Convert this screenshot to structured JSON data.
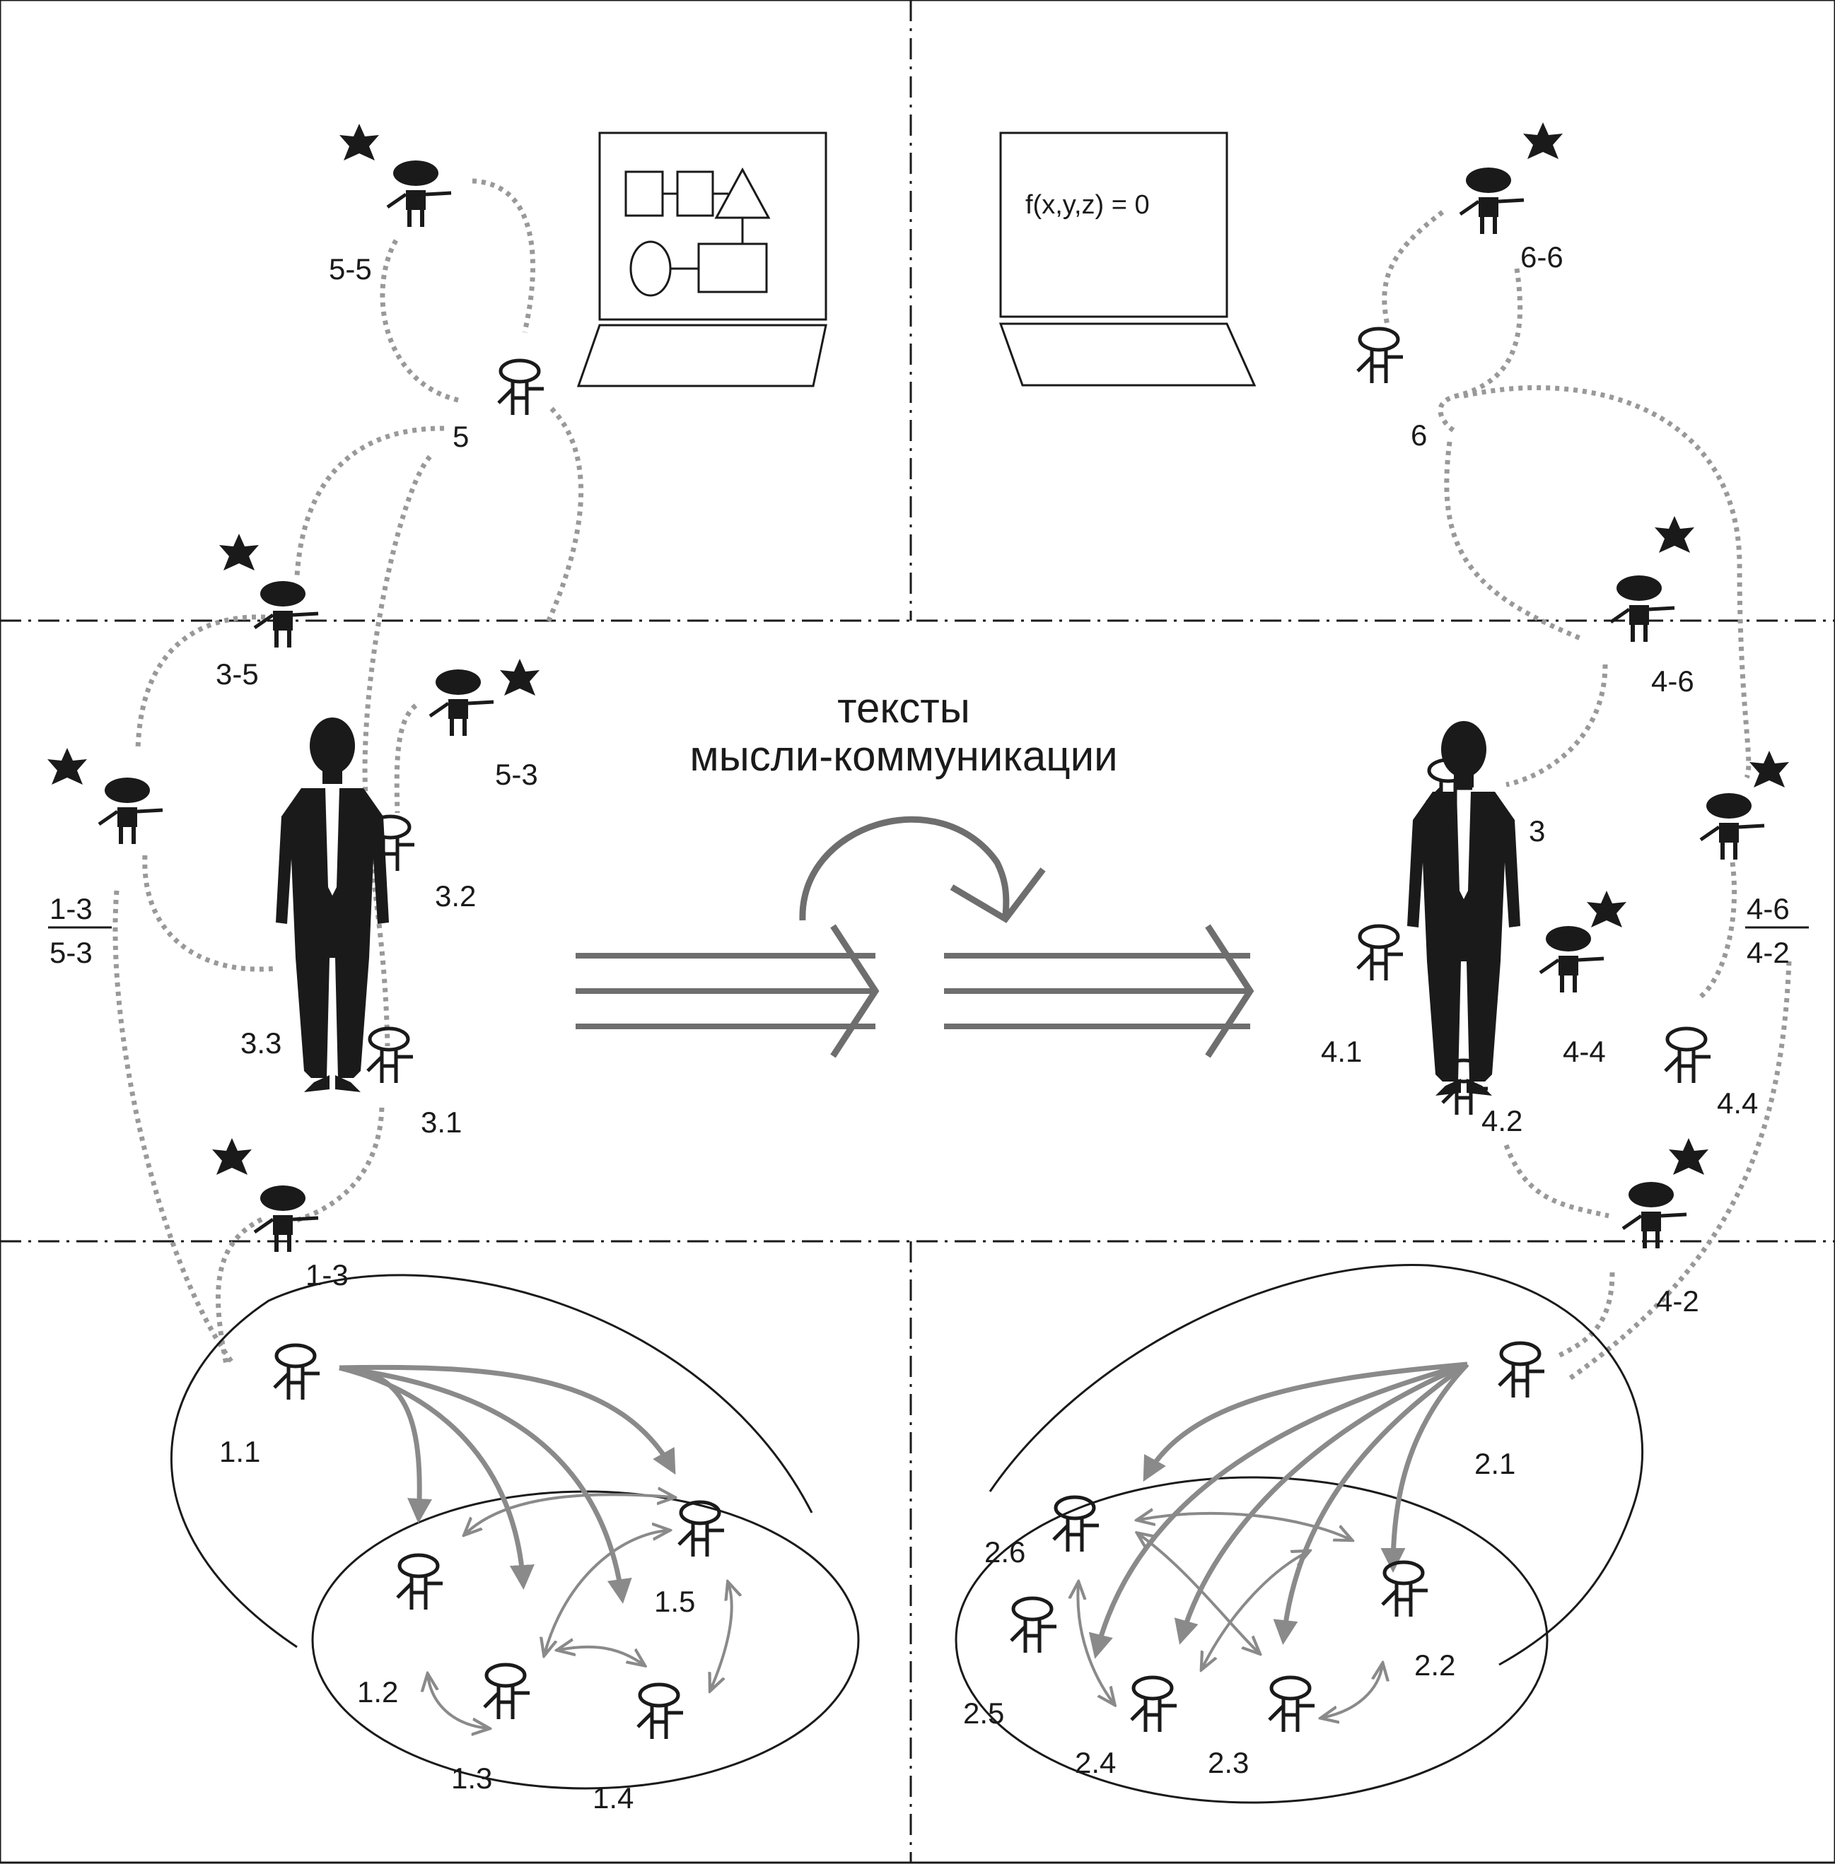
{
  "title": {
    "line1": "тексты",
    "line2": "мысли-коммуникации"
  },
  "formula": "f(x,y,z) = 0",
  "labels": {
    "p55": "5-5",
    "p5": "5",
    "p35": "3-5",
    "p53": "5-3",
    "p13a": "1-3",
    "p13b": "5-3",
    "p32": "3.2",
    "p33": "3.3",
    "p31": "3.1",
    "p13c": "1-3",
    "p11": "1.1",
    "p12": "1.2",
    "p13": "1.3",
    "p14": "1.4",
    "p15": "1.5",
    "p66": "6-6",
    "p6": "6",
    "p46": "4-6",
    "p3r": "3",
    "p46a": "4-6",
    "p46b": "4-2",
    "p41": "4.1",
    "p44s": "4-4",
    "p42": "4.2",
    "p44": "4.4",
    "p42s": "4-2",
    "p21": "2.1",
    "p26": "2.6",
    "p25": "2.5",
    "p24": "2.4",
    "p23": "2.3",
    "p22": "2.2"
  },
  "colors": {
    "ink": "#1a1a1a",
    "arrow": "#8a8a8a",
    "dotted": "#999999",
    "big_arrow": "#6e6e6e"
  }
}
